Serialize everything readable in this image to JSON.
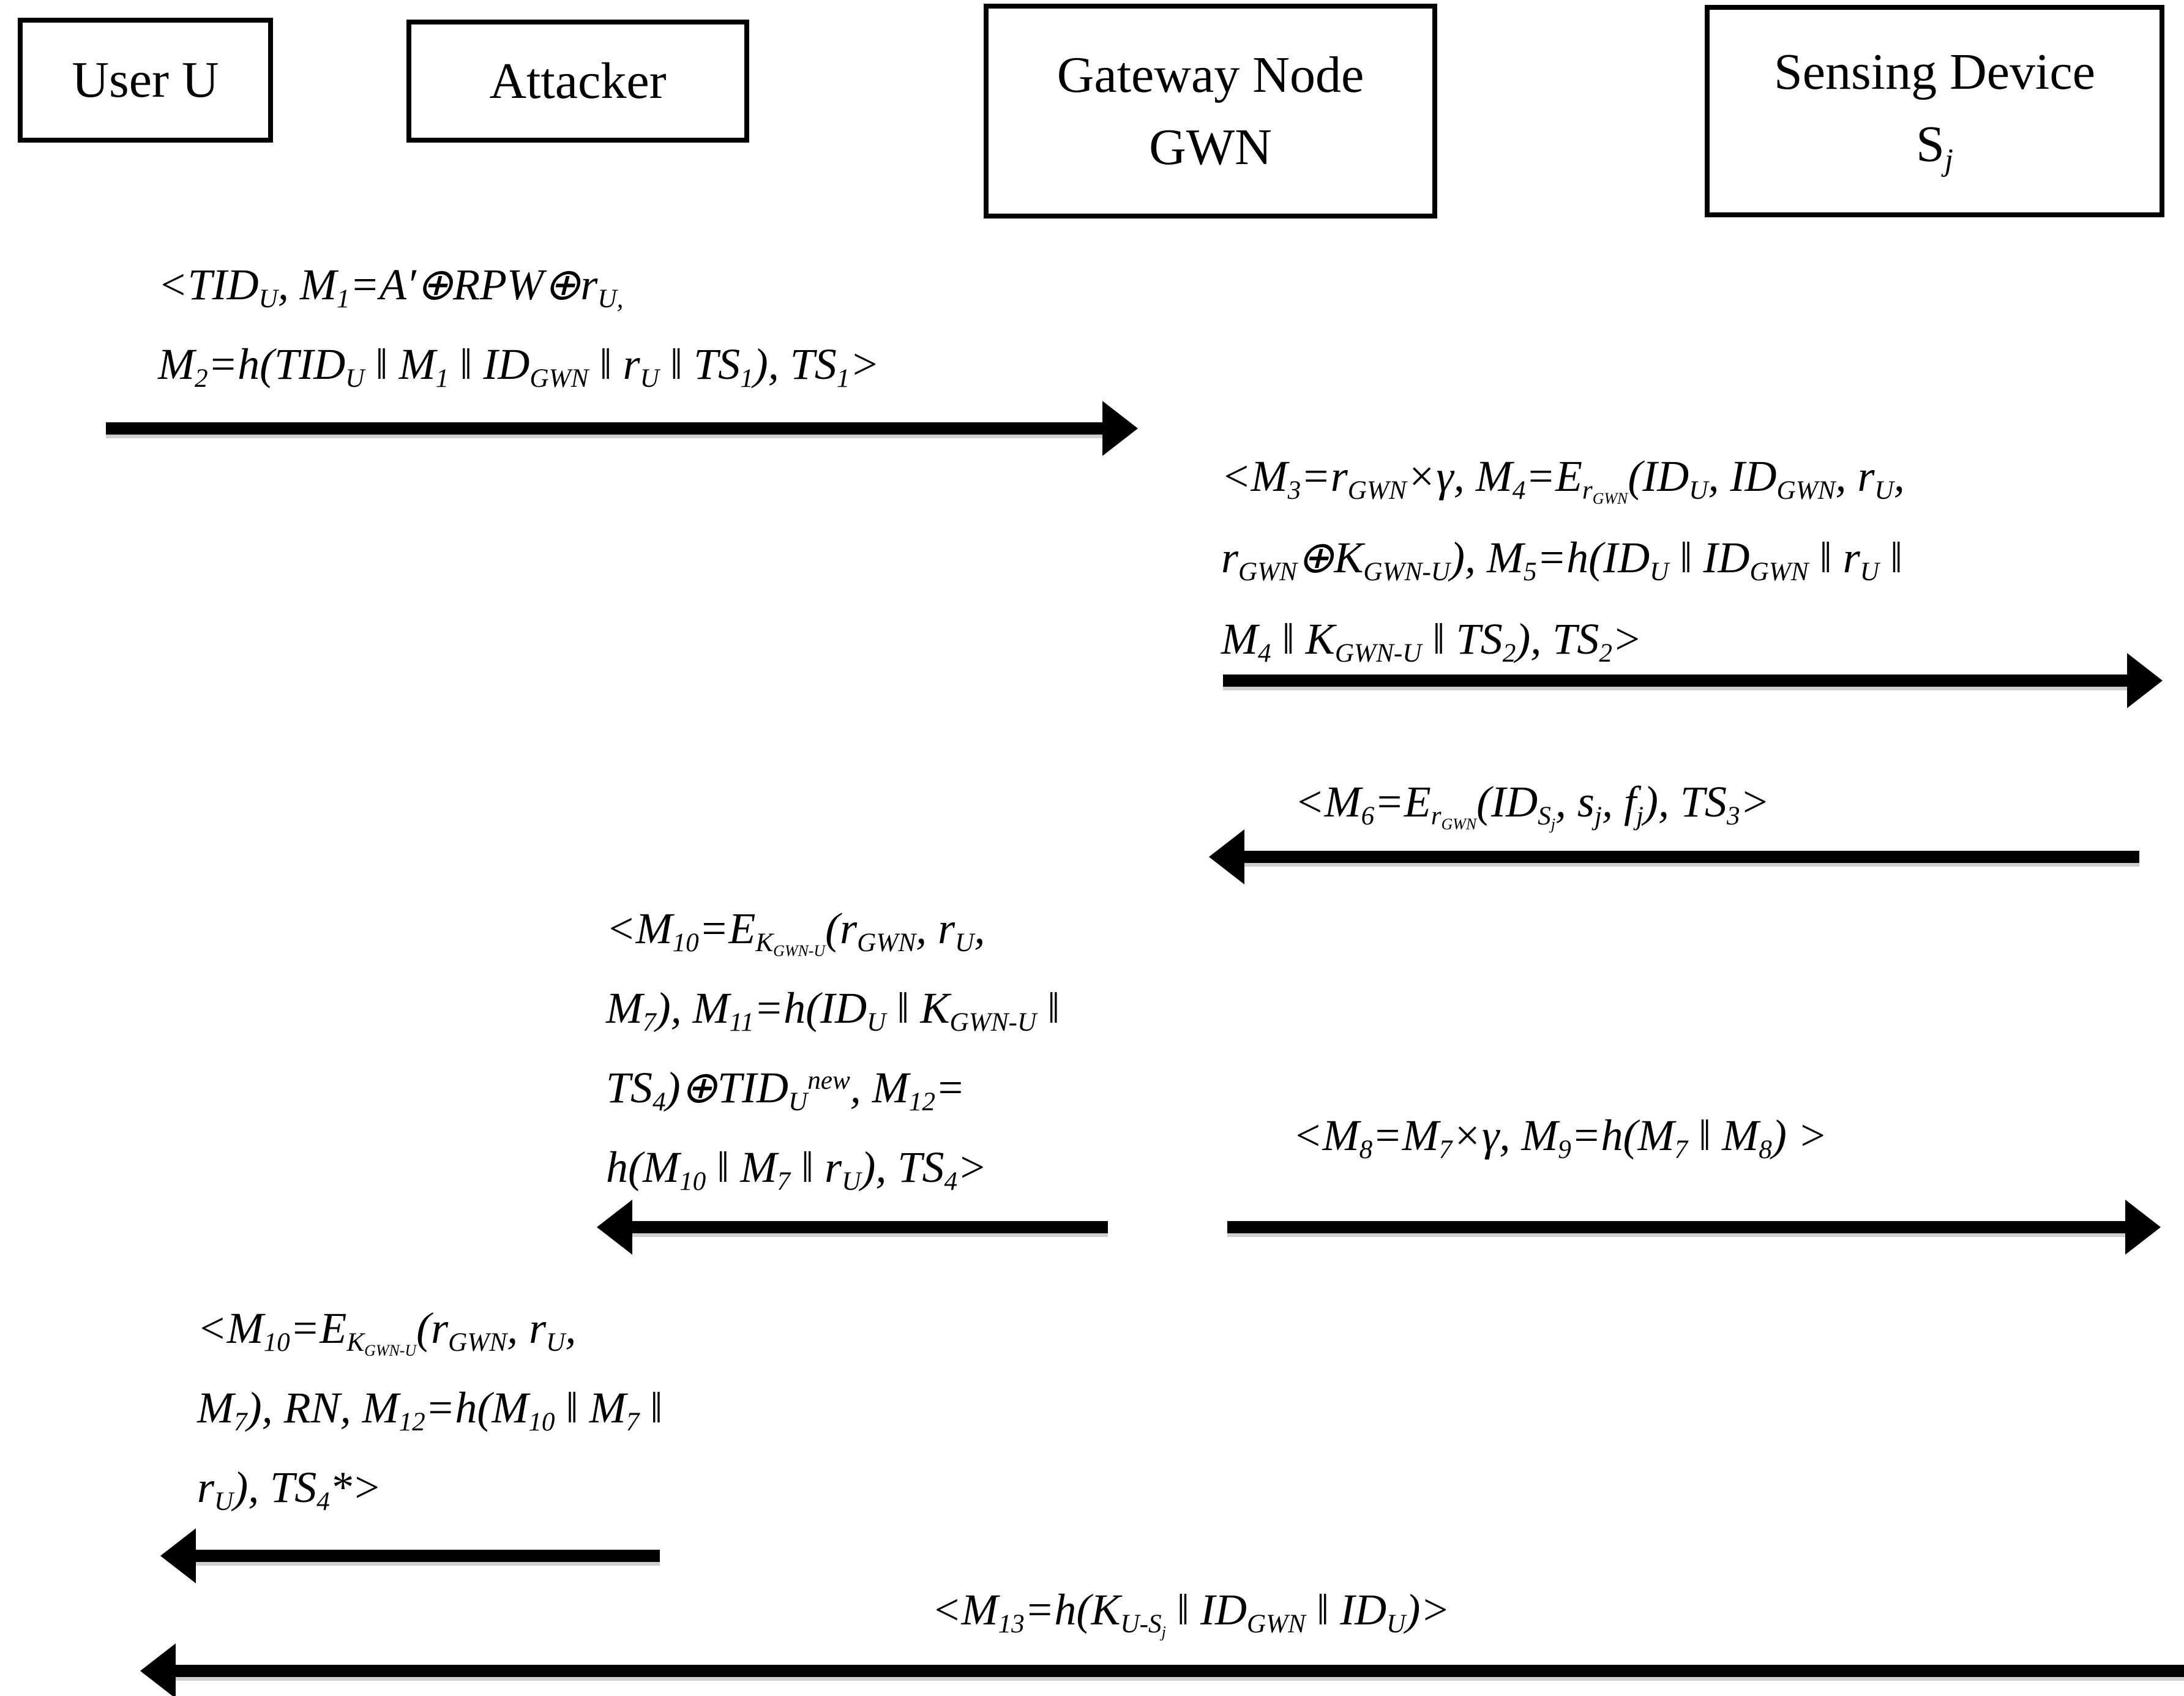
{
  "figure": {
    "background": "#ffffff",
    "ink": "#000000",
    "type": "protocol-sequence-diagram"
  },
  "entities": [
    {
      "name": "user",
      "lines": [
        "User U"
      ]
    },
    {
      "name": "attacker",
      "lines": [
        "Attacker"
      ]
    },
    {
      "name": "gateway",
      "lines": [
        "Gateway Node",
        "GWN"
      ]
    },
    {
      "name": "sensor",
      "lines": [
        "Sensing Device",
        "S_{j}"
      ]
    }
  ],
  "messages": [
    {
      "name": "message-1",
      "direction": "right",
      "lines": [
        "<TID_{U}, M_{1}=A′⊕RPW⊕r_{U,}",
        "M_{2}=h(TID_{U} ‖ M_{1} ‖ ID_{GWN} ‖ r_{U} ‖ TS_{1}), TS_{1}>"
      ]
    },
    {
      "name": "message-2",
      "direction": "right",
      "lines": [
        "<M_{3}=r_{GWN}×γ, M_{4}=E_{r_{GWN}}(ID_{U}, ID_{GWN}, r_{U},",
        "r_{GWN}⊕K_{GWN-U}), M_{5}=h(ID_{U} ‖ ID_{GWN} ‖ r_{U} ‖",
        "M_{4} ‖ K_{GWN-U} ‖ TS_{2}), TS_{2}>"
      ]
    },
    {
      "name": "message-3",
      "direction": "left",
      "lines": [
        "<M_{6}=E_{r_{GWN}}(ID_{S_{j}}, s_{j}, f_{j}), TS_{3}>"
      ]
    },
    {
      "name": "message-4",
      "direction": "left",
      "lines": [
        "<M_{10}=E_{K_{GWN-U}}(r_{GWN}, r_{U},",
        "M_{7}), M_{11}=h(ID_{U} ‖ K_{GWN-U} ‖",
        "TS_{4})⊕TID_{U}^{new}, M_{12}=",
        "h(M_{10} ‖ M_{7} ‖ r_{U}), TS_{4}>"
      ]
    },
    {
      "name": "message-5",
      "direction": "right",
      "lines": [
        "<M_{8}=M_{7}×γ, M_{9}=h(M_{7} ‖ M_{8}) >"
      ]
    },
    {
      "name": "message-6",
      "direction": "left",
      "lines": [
        "<M_{10}=E_{K_{GWN-U}}(r_{GWN}, r_{U},",
        "M_{7}), RN, M_{12}=h(M_{10} ‖ M_{7} ‖",
        "r_{U}), TS_{4}*>"
      ]
    },
    {
      "name": "message-7",
      "direction": "left",
      "lines": [
        "<M_{13}=h(K_{U-S_{j}} ‖ ID_{GWN} ‖ ID_{U})>"
      ]
    }
  ]
}
